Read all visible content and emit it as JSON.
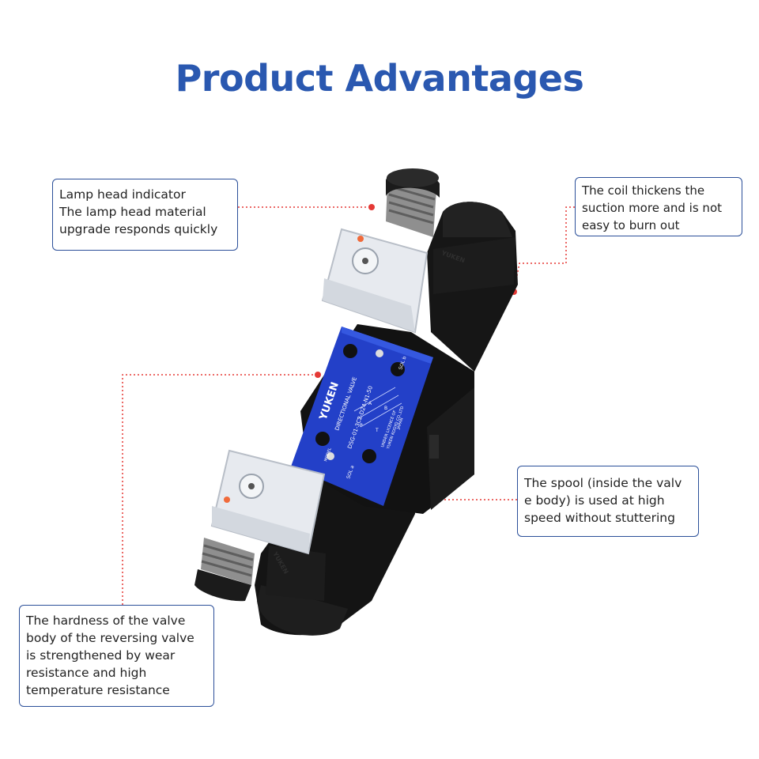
{
  "title": "Product Advantages",
  "colors": {
    "title": "#2a58b0",
    "callout_border": "#2b4f99",
    "leader_line": "#e53935",
    "valve_body": "#141414",
    "valve_plate": "#2340c8"
  },
  "callouts": {
    "lamp": {
      "lines": [
        "Lamp head indicator",
        "The lamp head material",
        "upgrade responds quickly"
      ]
    },
    "coil": {
      "lines": [
        "The coil thickens the",
        "suction more and is not",
        "easy to burn out"
      ]
    },
    "spool": {
      "lines": [
        "The spool (inside the valv",
        "e body) is used at high",
        "speed without stuttering"
      ]
    },
    "hardness": {
      "lines": [
        "The hardness of the valve",
        "body of the reversing valve",
        "is strengthened by wear",
        "resistance and high",
        "temperature resistance"
      ]
    }
  },
  "valve": {
    "brand": "YUKEN",
    "product_label": "DIRECTIONAL VALVE",
    "model_label": "MODEL",
    "model_code": "DSG-01-3C2-D24-N1-50",
    "maker_line1": "UNDER LICENCE OF",
    "maker_line2": "YUKEN KOGYO CO.,LTD",
    "maker_line3": "JAPAN",
    "sol_b": "SOL b",
    "sol_a": "SOL a",
    "port_a": "A",
    "port_b": "B",
    "port_p": "P",
    "port_t": "T",
    "coil_mark": "YUKEN"
  }
}
